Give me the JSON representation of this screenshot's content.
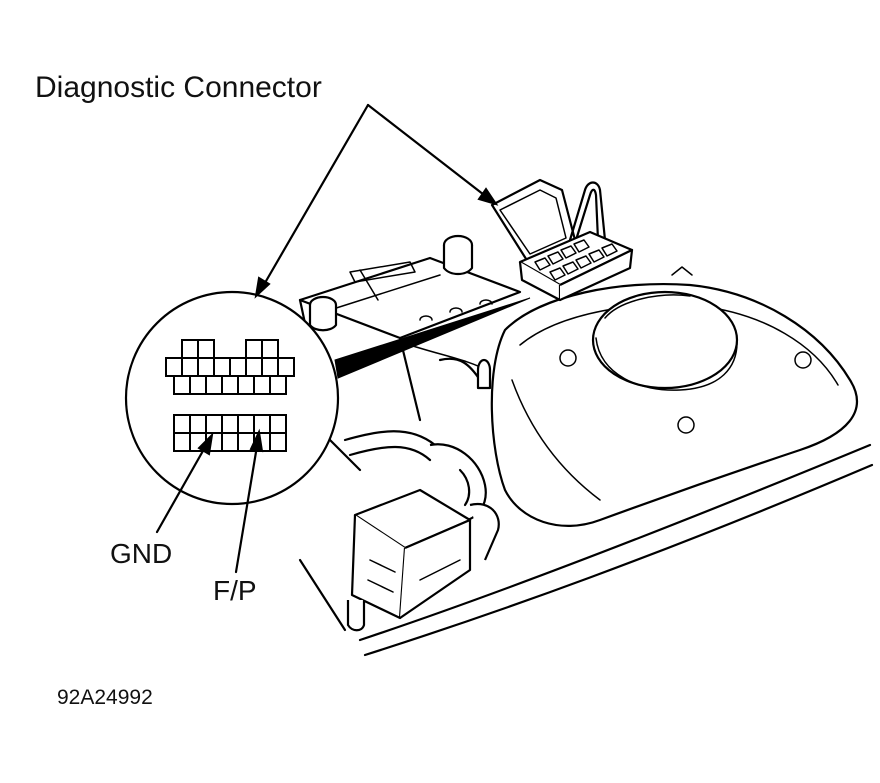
{
  "labels": {
    "title": "Diagnostic Connector",
    "gnd": "GND",
    "fp": "F/P",
    "figure_id": "92A24992"
  },
  "colors": {
    "ink": "#000000",
    "background": "#ffffff"
  }
}
